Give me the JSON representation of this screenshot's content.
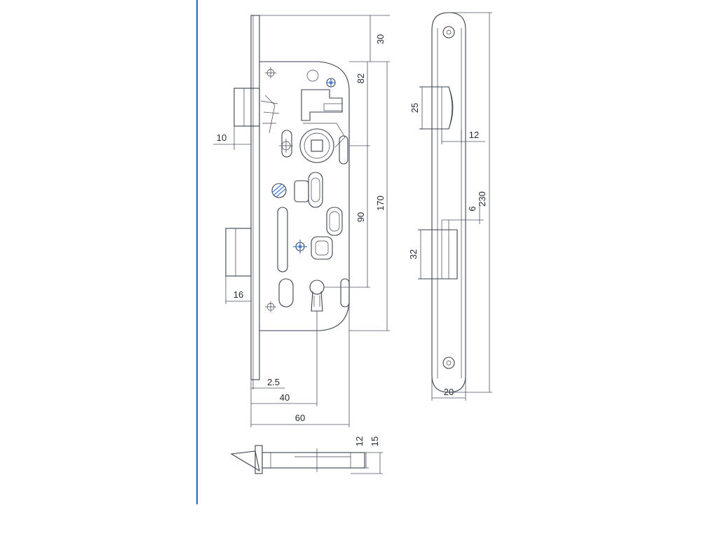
{
  "colors": {
    "frame_line": "#2a63b8",
    "drawing_line": "#3a4150",
    "accent": "#4a7fd0"
  },
  "dimensions": {
    "top_offset": "30",
    "handle_to_top": "82",
    "latch_projection": "10",
    "total_height": "170",
    "handle_to_key": "90",
    "bolt_projection": "16",
    "faceplate_thickness": "2.5",
    "backset": "40",
    "case_depth": "60",
    "latch_height": "12",
    "bolt_height": "15",
    "strike_latch_opening": "25",
    "strike_latch_depth": "12",
    "strike_bolt_depth": "6",
    "strike_length": "230",
    "strike_bolt_opening": "32",
    "strike_width": "20"
  },
  "icons": {
    "screw": "screw-hole-icon",
    "keyhole": "keyhole-icon",
    "spindle": "square-spindle-icon"
  }
}
